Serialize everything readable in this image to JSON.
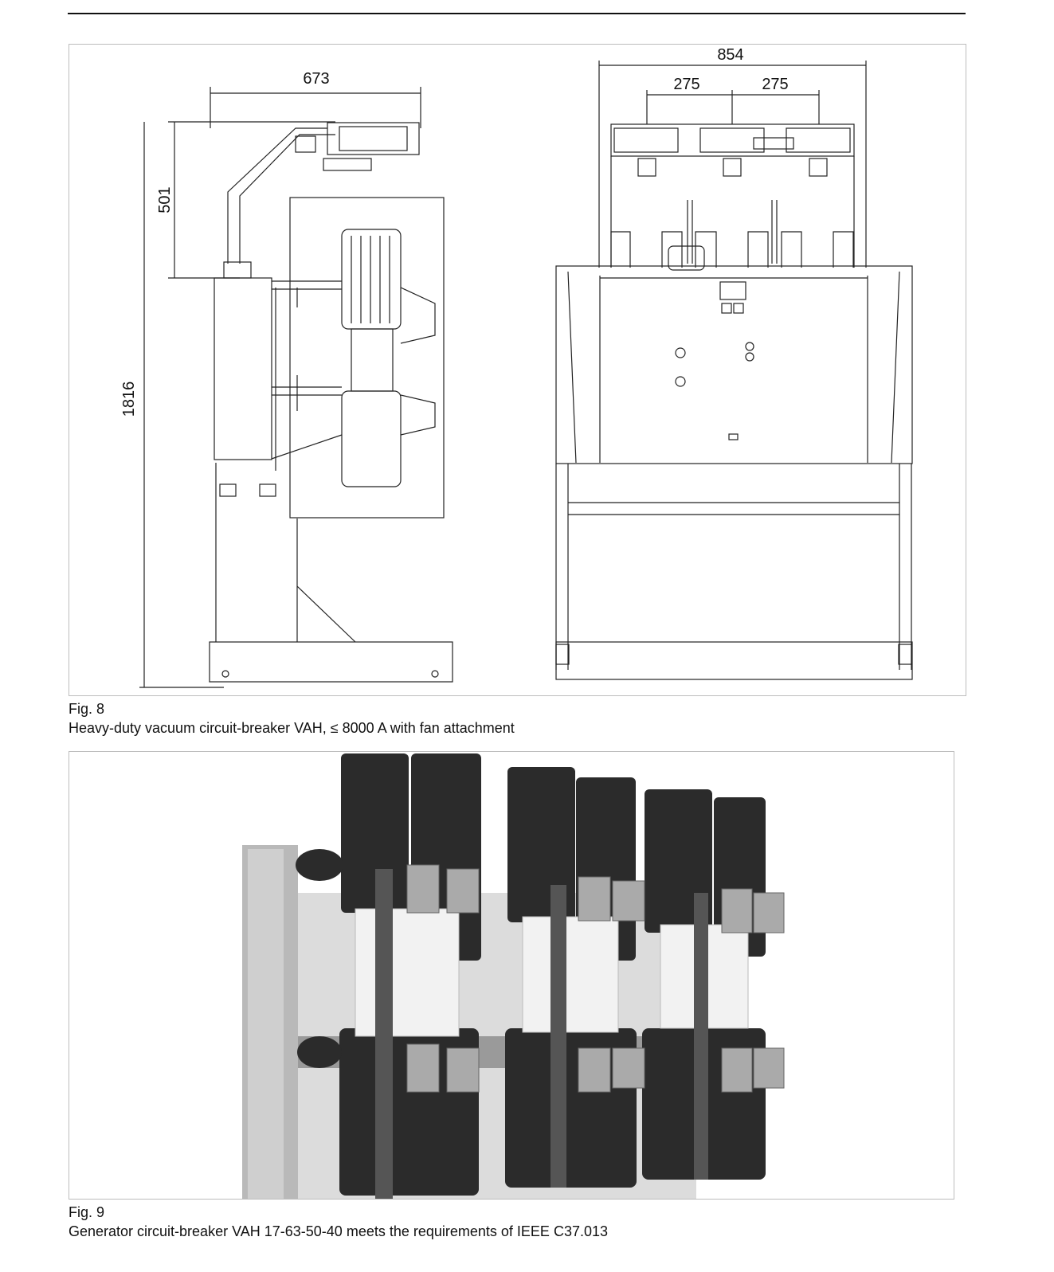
{
  "figure8": {
    "label": "Fig. 8",
    "caption": "Heavy-duty vacuum circuit-breaker VAH, ≤ 8000 A with fan attachment",
    "dimensions": {
      "side_width": "673",
      "side_fan_height": "501",
      "side_total_height": "1816",
      "front_width": "854",
      "front_pole_spacing_1": "275",
      "front_pole_spacing_2": "275"
    }
  },
  "figure9": {
    "label": "Fig. 9",
    "caption": "Generator circuit-breaker VAH 17-63-50-40 meets the requirements of IEEE C37.013"
  }
}
